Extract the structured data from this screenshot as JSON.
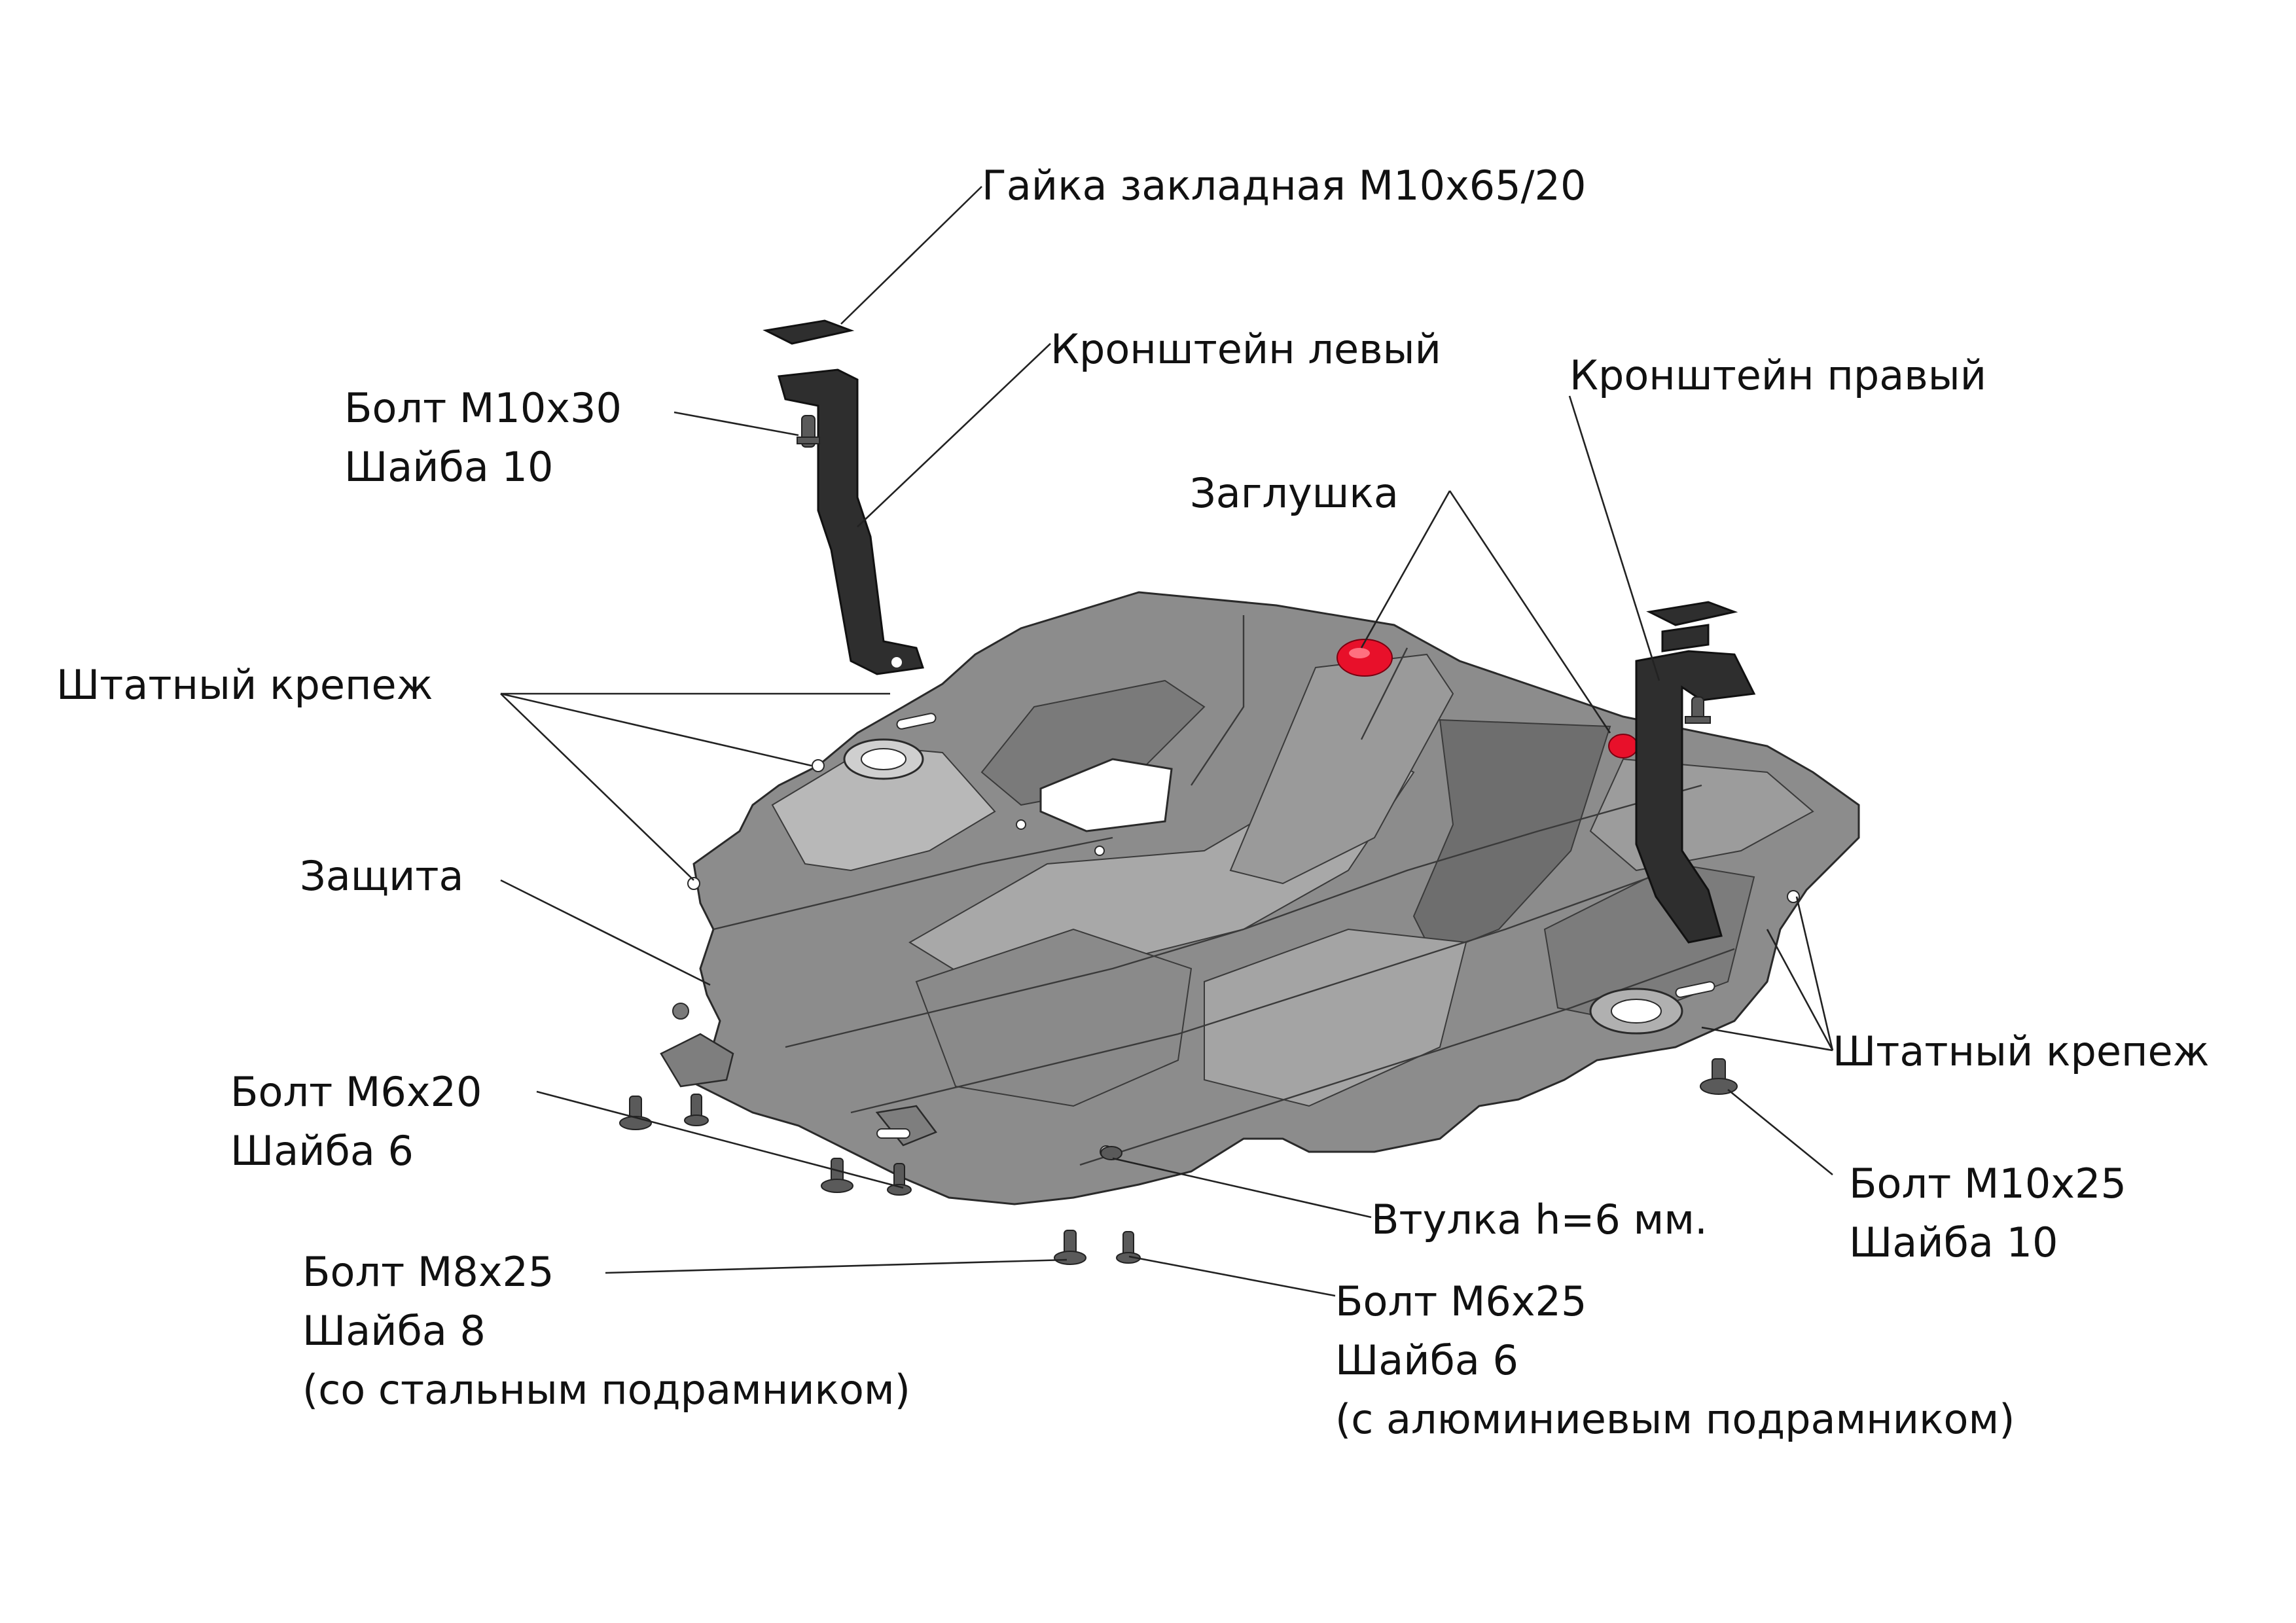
{
  "labels": {
    "nut": "Гайка закладная М10х65/20",
    "bracket_left": "Кронштейн левый",
    "bracket_right": "Кронштейн правый",
    "bolt_m10x30": [
      "Болт М10х30",
      "Шайба 10"
    ],
    "plug": "Заглушка",
    "std_fastener_left": "Штатный крепеж",
    "std_fastener_right": "Штатный крепеж",
    "guard": "Защита",
    "bolt_m6x20": [
      "Болт М6х20",
      "Шайба 6"
    ],
    "bushing": "Втулка h=6 мм.",
    "bolt_m10x25": [
      "Болт М10х25",
      "Шайба 10"
    ],
    "bolt_m8x25": [
      "Болт М8х25",
      "Шайба 8",
      "(со стальным подрамником)"
    ],
    "bolt_m6x25": [
      "Болт М6х25",
      "Шайба 6",
      "(с алюминиевым подрамником)"
    ]
  },
  "colors": {
    "plate_fill": "#8c8c8c",
    "plate_light": "#b4b4b4",
    "plate_dark": "#6e6e6e",
    "bracket": "#2e2e2e",
    "plug": "#e8102a",
    "line": "#222222",
    "text": "#111111"
  },
  "icons": [
    "bolt-icon",
    "plug-icon",
    "nut-plate-icon",
    "bracket-icon"
  ]
}
